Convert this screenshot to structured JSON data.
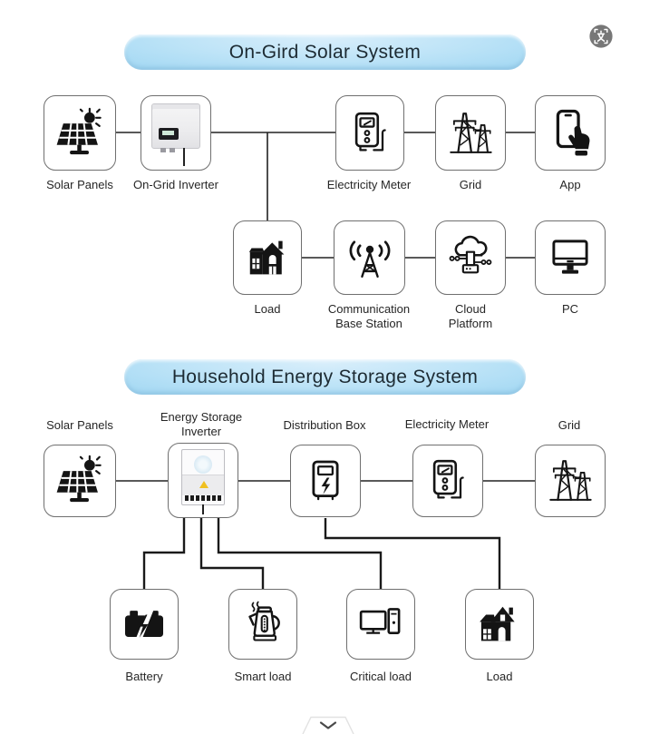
{
  "section1": {
    "title": "On-Gird Solar System",
    "nodes": {
      "solar_panels": "Solar Panels",
      "inverter": "On-Grid Inverter",
      "meter": "Electricity Meter",
      "grid": "Grid",
      "app": "App",
      "load": "Load",
      "base_station": "Communication Base Station",
      "cloud": "Cloud Platform",
      "pc": "PC"
    }
  },
  "section2": {
    "title": "Household Energy Storage System",
    "nodes": {
      "solar_panels": "Solar Panels",
      "inverter": "Energy Storage Inverter",
      "distribution_box": "Distribution Box",
      "meter": "Electricity Meter",
      "grid": "Grid",
      "battery": "Battery",
      "smart_load": "Smart load",
      "critical_load": "Critical load",
      "load": "Load"
    }
  },
  "controls": {
    "translate_icon": "translate-text-scan",
    "expand_icon": "chevron-down"
  },
  "colors": {
    "banner_fill": "#b3e0f6",
    "banner_text": "#1d2b33",
    "connector_line": "#222222",
    "box_border": "#6f6f6f",
    "label_text": "#262626",
    "icon_black": "#141414",
    "translate_bg": "#6d6d6d",
    "warning_yellow": "#f0c020",
    "inverter_screen": "#cfe8d8"
  }
}
